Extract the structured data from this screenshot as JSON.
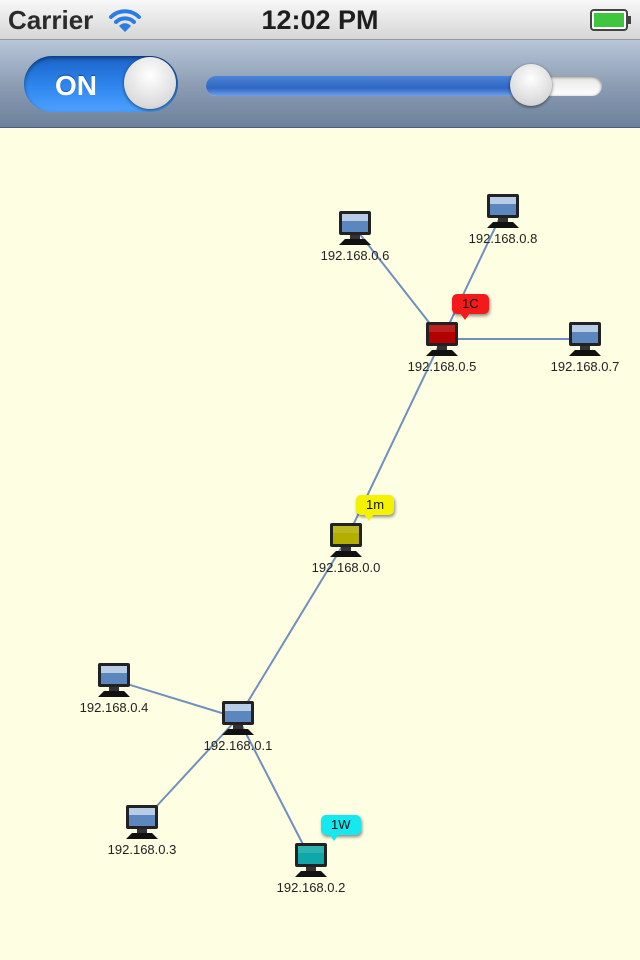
{
  "status_bar": {
    "carrier": "Carrier",
    "time": "12:02 PM",
    "wifi_icon": "wifi-icon",
    "battery_icon": "battery-icon"
  },
  "toolbar": {
    "toggle_label": "ON",
    "toggle_state": "on",
    "slider_value_fraction": 0.86
  },
  "network": {
    "nodes": [
      {
        "id": "n0",
        "ip": "192.168.0.0",
        "state": "yellow",
        "badge": "1m",
        "badge_color": "#f4f200"
      },
      {
        "id": "n1",
        "ip": "192.168.0.1",
        "state": "normal",
        "badge": ""
      },
      {
        "id": "n2",
        "ip": "192.168.0.2",
        "state": "cyan",
        "badge": "1W",
        "badge_color": "#16e8f0"
      },
      {
        "id": "n3",
        "ip": "192.168.0.3",
        "state": "normal",
        "badge": ""
      },
      {
        "id": "n4",
        "ip": "192.168.0.4",
        "state": "normal",
        "badge": ""
      },
      {
        "id": "n5",
        "ip": "192.168.0.5",
        "state": "red",
        "badge": "1C",
        "badge_color": "#f21a1a"
      },
      {
        "id": "n6",
        "ip": "192.168.0.6",
        "state": "normal",
        "badge": ""
      },
      {
        "id": "n7",
        "ip": "192.168.0.7",
        "state": "normal",
        "badge": ""
      },
      {
        "id": "n8",
        "ip": "192.168.0.8",
        "state": "normal",
        "badge": ""
      }
    ],
    "links": [
      [
        "n5",
        "n6"
      ],
      [
        "n5",
        "n8"
      ],
      [
        "n5",
        "n7"
      ],
      [
        "n5",
        "n0"
      ],
      [
        "n0",
        "n1"
      ],
      [
        "n1",
        "n4"
      ],
      [
        "n1",
        "n3"
      ],
      [
        "n1",
        "n2"
      ]
    ],
    "colors": {
      "link": "#6f8fbf",
      "screen_normal": "#5b86be",
      "screen_red": "#b30000",
      "screen_yellow": "#b3ae00",
      "screen_cyan": "#0fa7a7"
    }
  }
}
